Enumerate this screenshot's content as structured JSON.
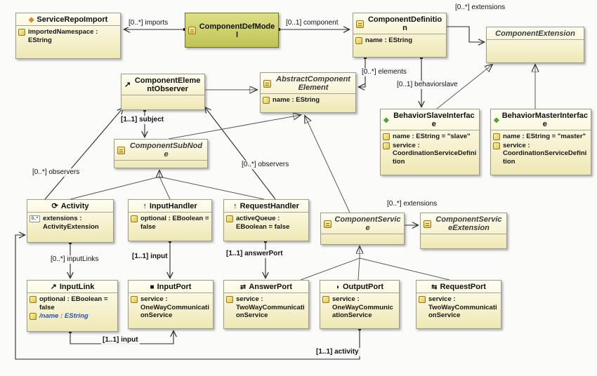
{
  "diagram": {
    "classes": {
      "serviceRepoImport": {
        "name": "ServiceRepoImport",
        "attrs": [
          "importedNamespace : EString"
        ]
      },
      "componentDefModel": {
        "name": "ComponentDefModel",
        "attrs": []
      },
      "componentDefinition": {
        "name": "ComponentDefinition",
        "attrs": [
          "name : EString"
        ]
      },
      "componentExtension": {
        "name": "ComponentExtension",
        "attrs": []
      },
      "componentElementObserver": {
        "name": "ComponentElementObserver",
        "attrs": []
      },
      "abstractComponentElement": {
        "name": "AbstractComponentElement",
        "attrs": [
          "name : EString"
        ]
      },
      "behaviorSlaveInterface": {
        "name": "BehaviorSlaveInterface",
        "attrs": [
          "name : EString = \"slave\"",
          "service : CoordinationServiceDefinition"
        ]
      },
      "behaviorMasterInterface": {
        "name": "BehaviorMasterInterface",
        "attrs": [
          "name : EString = \"master\"",
          "service : CoordinationServiceDefinition"
        ]
      },
      "componentSubNode": {
        "name": "ComponentSubNode",
        "attrs": []
      },
      "activity": {
        "name": "Activity",
        "attrs": [
          "extensions : ActivityExtension"
        ]
      },
      "inputHandler": {
        "name": "InputHandler",
        "attrs": [
          "optional : EBoolean = false"
        ]
      },
      "requestHandler": {
        "name": "RequestHandler",
        "attrs": [
          "activeQueue : EBoolean = false"
        ]
      },
      "componentService": {
        "name": "ComponentService",
        "attrs": []
      },
      "componentServiceExtension": {
        "name": "ComponentServiceExtension",
        "attrs": []
      },
      "inputLink": {
        "name": "InputLink",
        "attrs": [
          "optional : EBoolean = false",
          "/name : EString"
        ]
      },
      "inputPort": {
        "name": "InputPort",
        "attrs": [
          "service : OneWayCommunicationService"
        ]
      },
      "answerPort": {
        "name": "AnswerPort",
        "attrs": [
          "service : TwoWayCommunicationService"
        ]
      },
      "outputPort": {
        "name": "OutputPort",
        "attrs": [
          "service : OneWayCommunicationService"
        ]
      },
      "requestPort": {
        "name": "RequestPort",
        "attrs": [
          "service : TwoWayCommunicationService"
        ]
      }
    },
    "edge_labels": {
      "imports": "[0..*] imports",
      "component": "[0..1] component",
      "extensions_top": "[0..*] extensions",
      "elements": "[0..*] elements",
      "behaviorslave": "[0..1] behaviorslave",
      "subject": "[1..1] subject",
      "observers_left": "[0..*] observers",
      "observers_right": "[0..*] observers",
      "service_extensions": "[0..*] extensions",
      "inputLinks": "[0..*] inputLinks",
      "input_handler": "[1..1] input",
      "answerPort": "[1..1] answerPort",
      "input_link": "[1..1] input",
      "activity_ref": "[1..1] activity"
    },
    "icons": {
      "orange_diamond": "◆",
      "green_diamond": "◆",
      "observer_arrow": "↗",
      "activity_loop": "⟳",
      "handler_arrow": "↑",
      "link_arrow": "↗",
      "input_port": "■",
      "answer_port": "⇄",
      "output_port": "◗",
      "request_port": "⇆",
      "multiplicity": "0..*"
    },
    "colors": {
      "node_fill": "#f8f4d6",
      "node_border": "#9c9c8a",
      "model_fill": "#bfc356",
      "model_border": "#72751f",
      "orange_diamond": "#e08a1e",
      "green_diamond": "#4ea43c",
      "derived_attr_blue": "#2b50b4",
      "background": "#fbfbfa"
    }
  }
}
